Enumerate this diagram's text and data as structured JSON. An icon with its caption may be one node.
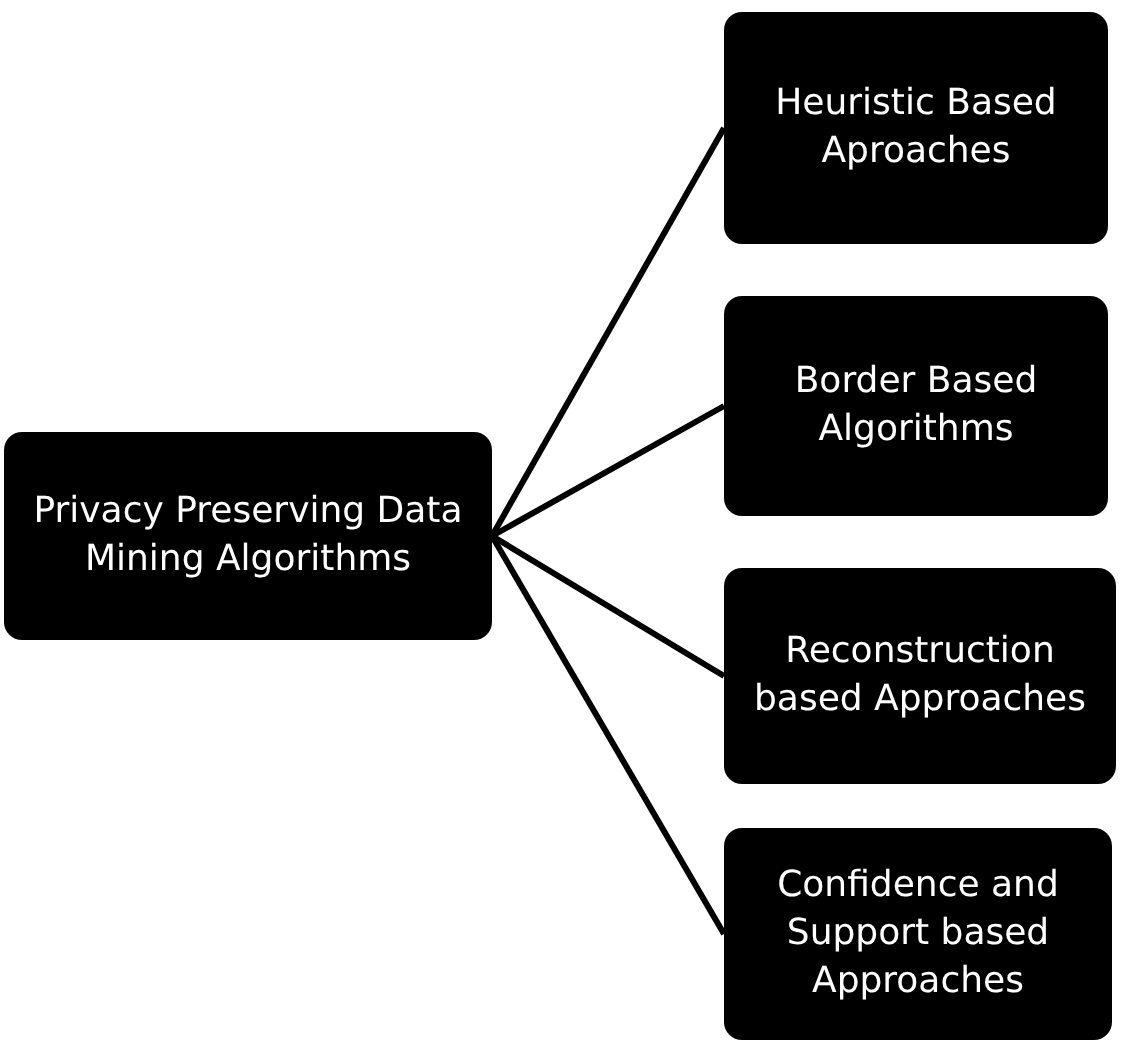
{
  "diagram": {
    "nodes": [
      {
        "text": [
          "Privacy Preserving Data Mining Algorithms"
        ]
      },
      {
        "text": [
          "Heuristic Based Aproaches"
        ]
      },
      {
        "text": [
          "Border Based Algorithms"
        ]
      },
      {
        "text": [
          "Reconstruction based Approaches"
        ]
      },
      {
        "text": [
          "Confidence and Support based Approaches"
        ]
      }
    ],
    "edges": [
      {
        "from": 0,
        "to": 1,
        "arrow": "none"
      },
      {
        "from": 0,
        "to": 2,
        "arrow": "none"
      },
      {
        "from": 0,
        "to": 3,
        "arrow": "none"
      },
      {
        "from": 0,
        "to": 4,
        "arrow": "none"
      }
    ]
  }
}
